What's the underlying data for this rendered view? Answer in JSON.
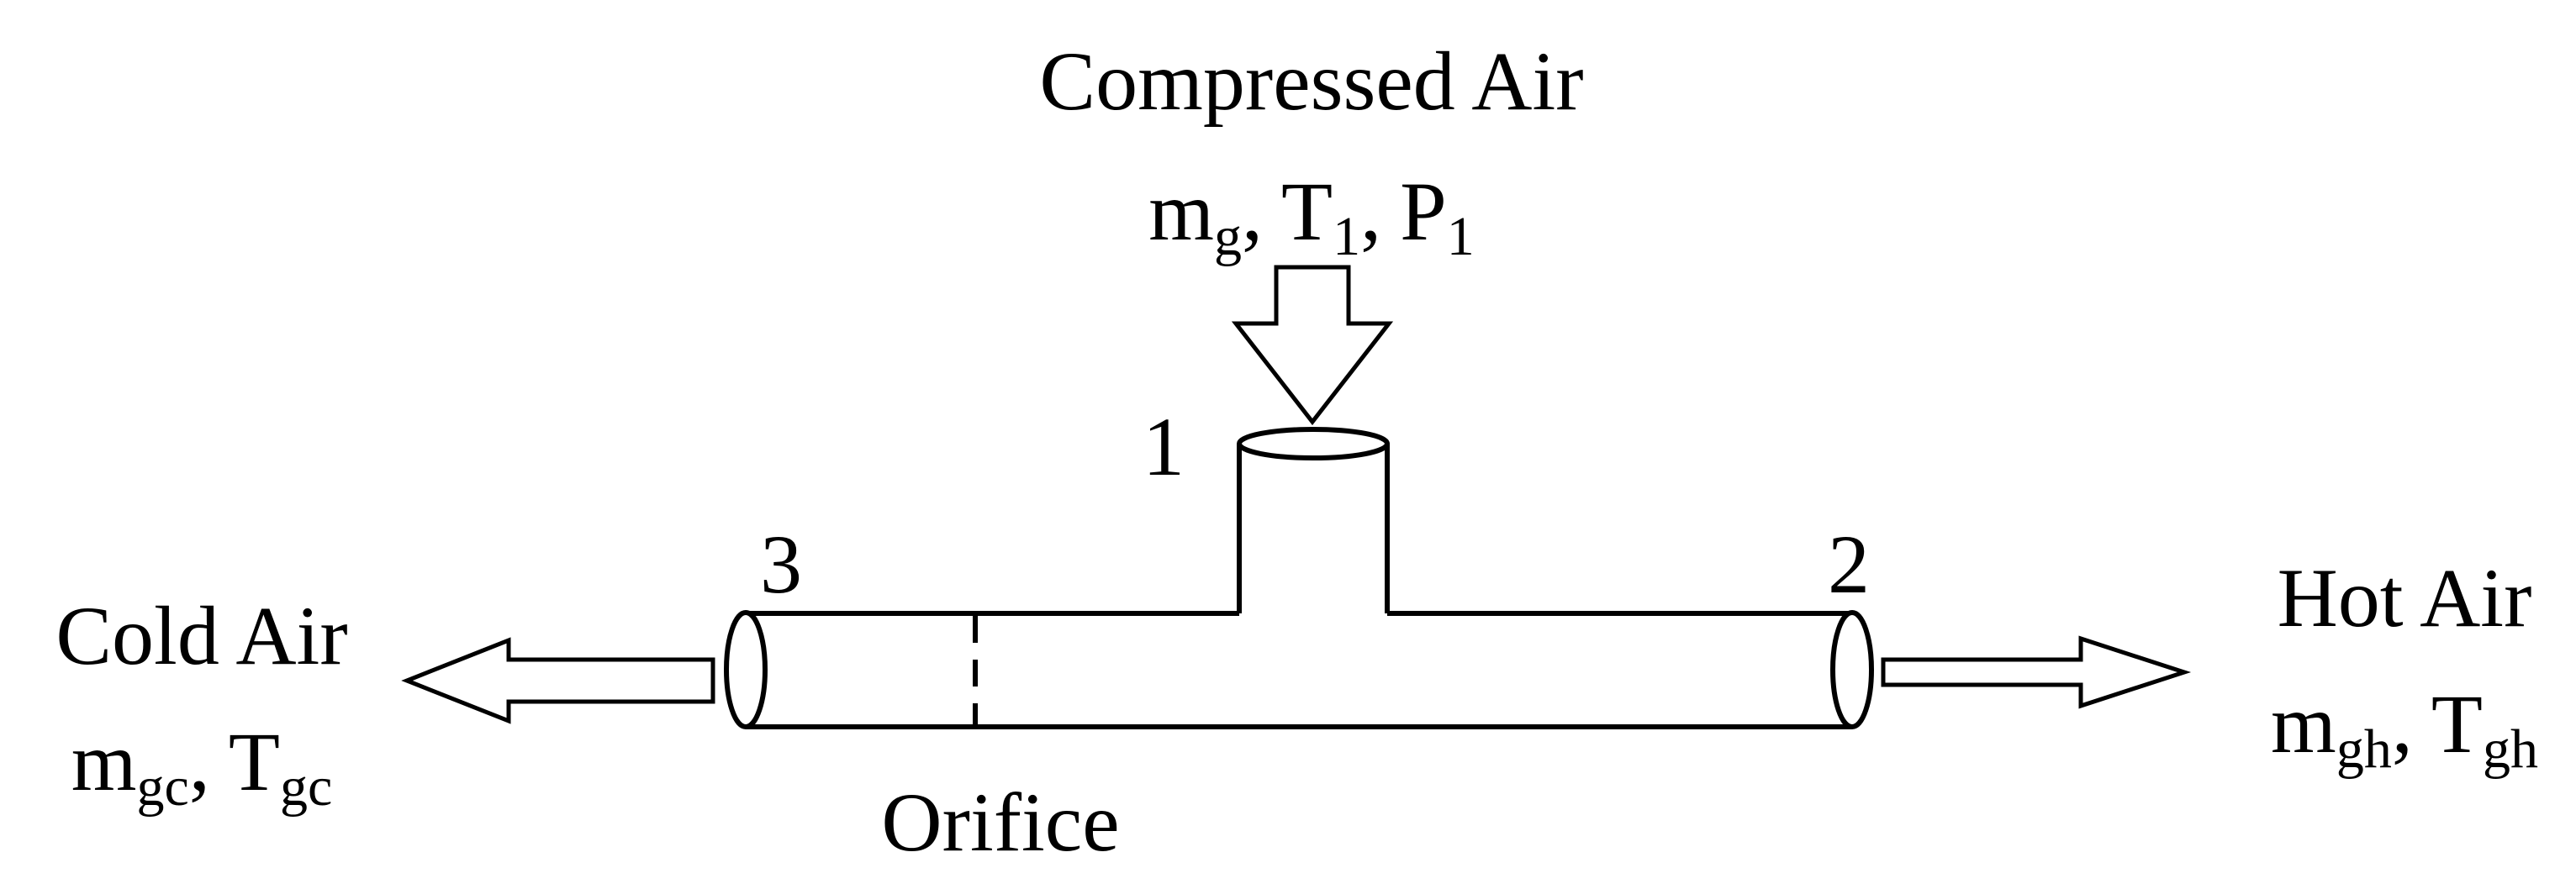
{
  "inlet": {
    "title": "Compressed Air",
    "flow_symbol": "m",
    "flow_sub": "g",
    "temp_symbol": "T",
    "temp_sub": "1",
    "pressure_symbol": "P",
    "pressure_sub": "1",
    "sep": ","
  },
  "cold_outlet": {
    "title": "Cold Air",
    "flow_symbol": "m",
    "flow_sub": "gc",
    "temp_symbol": "T",
    "temp_sub": "gc",
    "sep": ","
  },
  "hot_outlet": {
    "title": "Hot Air",
    "flow_symbol": "m",
    "flow_sub": "gh",
    "temp_symbol": "T",
    "temp_sub": "gh",
    "sep": ","
  },
  "port_labels": {
    "inlet": "1",
    "hot": "2",
    "cold": "3"
  },
  "orifice_label": "Orifice",
  "colors": {
    "stroke": "#000000",
    "background": "#ffffff"
  }
}
